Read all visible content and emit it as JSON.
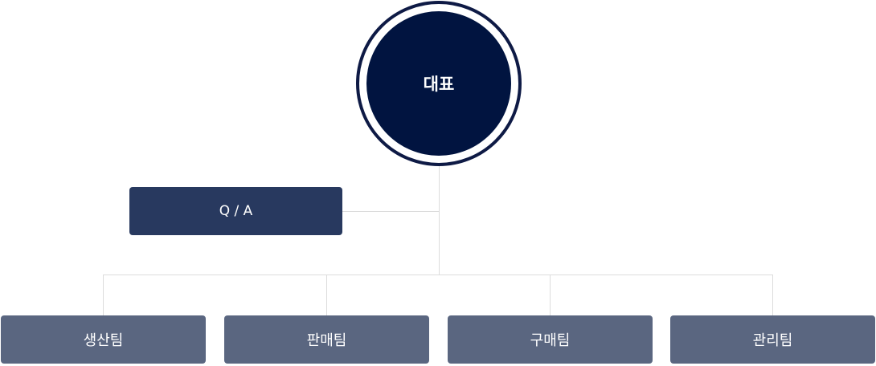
{
  "ceo": {
    "label": "대표"
  },
  "qa": {
    "label": "Q / A"
  },
  "teams": [
    {
      "label": "생산팀"
    },
    {
      "label": "판매팀"
    },
    {
      "label": "구매팀"
    },
    {
      "label": "관리팀"
    }
  ],
  "colors": {
    "ceo_fill": "#011440",
    "ceo_ring": "#0e1a45",
    "qa_fill": "#28395f",
    "team_fill": "#5a6680",
    "connector": "#dcdcdc"
  }
}
